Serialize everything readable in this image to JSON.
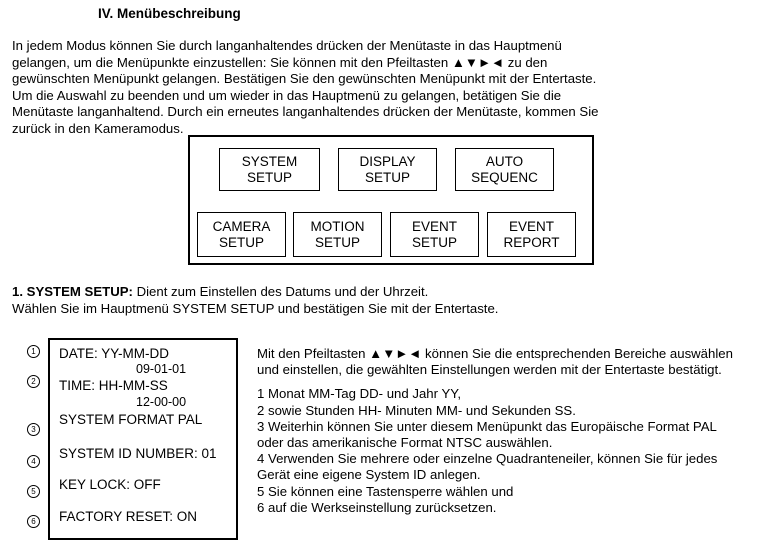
{
  "section_title": "IV. Menübeschreibung",
  "intro_lines": [
    "In jedem Modus können Sie durch langanhaltendes drücken der Menütaste in das Hauptmenü",
    "gelangen, um die Menüpunkte einzustellen: Sie können mit den Pfeiltasten ▲▼►◄ zu den",
    "gewünschten Menüpunkt gelangen. Bestätigen Sie den gewünschten Menüpunkt mit der Entertaste.",
    "Um die Auswahl zu beenden und um wieder in das Hauptmenü zu gelangen, betätigen Sie die",
    "Menütaste langanhaltend. Durch ein erneutes langanhaltendes drücken der Menütaste, kommen Sie",
    "zurück in den Kameramodus."
  ],
  "main_menu": {
    "row1": [
      {
        "line1": "SYSTEM",
        "line2": "SETUP"
      },
      {
        "line1": "DISPLAY",
        "line2": "SETUP"
      },
      {
        "line1": "AUTO",
        "line2": "SEQUENC"
      }
    ],
    "row2": [
      {
        "line1": "CAMERA",
        "line2": "SETUP"
      },
      {
        "line1": "MOTION",
        "line2": "SETUP"
      },
      {
        "line1": "EVENT",
        "line2": "SETUP"
      },
      {
        "line1": "EVENT",
        "line2": "REPORT"
      }
    ]
  },
  "system_setup": {
    "heading_bold": "1. SYSTEM SETUP:",
    "heading_rest": " Dient zum Einstellen des Datums und der Uhrzeit.",
    "line2": "Wählen Sie im Hauptmenü SYSTEM SETUP und bestätigen Sie mit der Entertaste."
  },
  "markers": [
    "1",
    "2",
    "3",
    "4",
    "5",
    "6"
  ],
  "osd": {
    "date_label": "DATE: YY-MM-DD",
    "date_value": "09-01-01",
    "time_label": "TIME:  HH-MM-SS",
    "time_value": "12-00-00",
    "format": "SYSTEM FORMAT PAL",
    "system_id": "SYSTEM ID NUMBER: 01",
    "key_lock": "KEY LOCK: OFF",
    "factory_reset": "FACTORY RESET: ON"
  },
  "description": {
    "para1": [
      "Mit den Pfeiltasten ▲▼►◄ können Sie die entsprechenden Bereiche auswählen",
      "und einstellen, die gewählten Einstellungen werden mit der Entertaste bestätigt."
    ],
    "items": [
      "1 Monat MM-Tag DD- und Jahr YY,",
      "2 sowie Stunden HH- Minuten MM- und Sekunden SS.",
      "3 Weiterhin können Sie unter diesem Menüpunkt das   Europäische Format PAL",
      "oder das amerikanische Format NTSC auswählen.",
      "4 Verwenden Sie mehrere oder einzelne Quadranteneiler, können Sie für jedes",
      "Gerät eine eigene System ID anlegen.",
      "5 Sie können eine Tastensperre wählen und",
      "6 auf die Werkseinstellung zurücksetzen."
    ]
  }
}
